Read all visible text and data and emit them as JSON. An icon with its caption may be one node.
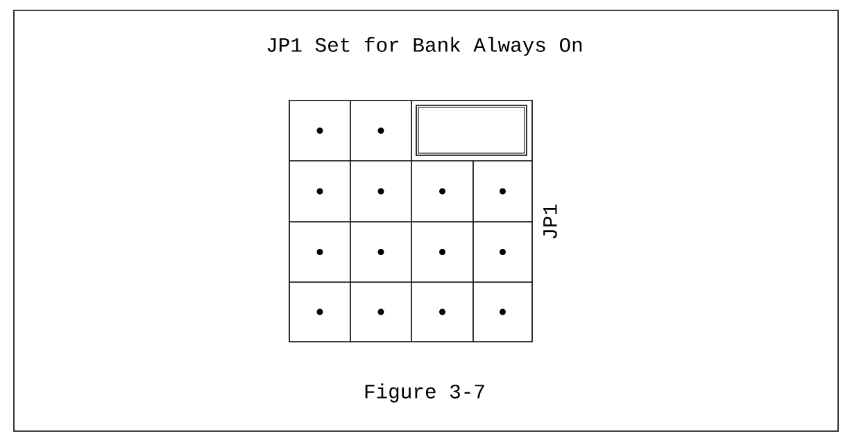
{
  "diagram": {
    "title": "JP1 Set for Bank Always On",
    "caption": "Figure 3-7",
    "labels": [
      "JP1"
    ]
  }
}
